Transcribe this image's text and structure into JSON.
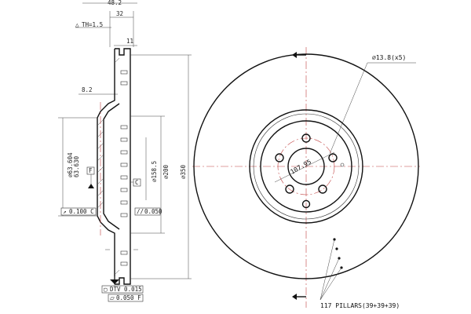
{
  "dimensions": {
    "width_total": "48.2",
    "width_32": "32",
    "th": "TH=1.5",
    "width_11": "11",
    "offset_8_2": "8.2",
    "hub_bore": "63.604",
    "hub_bore_min": "63.630",
    "dia_158_5": "158.5",
    "dia_200": "200",
    "dia_350": "350",
    "pcd": "107.95",
    "bolt_holes": "13.8(x5)",
    "pillars": "117 PILLARS(39+39+39)"
  },
  "tolerances": {
    "runout_c": "0.100 C",
    "parallel": "0.050",
    "dtv": "DTV 0.015",
    "flatness_f": "0.050 F"
  },
  "datums": {
    "f": "F",
    "c": "C"
  },
  "symbols": {
    "diameter": "⌀"
  }
}
